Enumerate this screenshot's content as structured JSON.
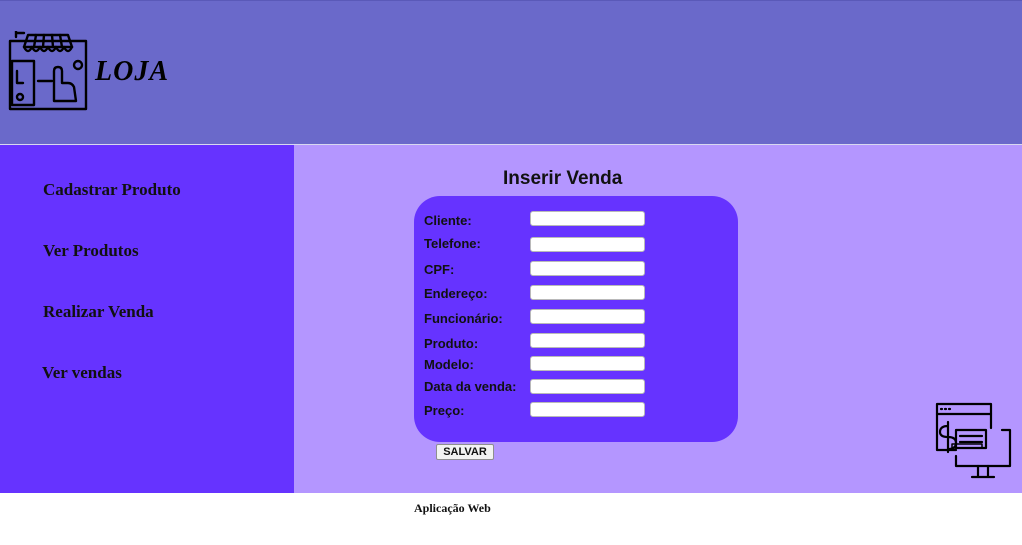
{
  "header": {
    "logo_icon": "store-touch-icon",
    "brand": "LOJA",
    "color": "#6a69ca"
  },
  "sidebar": {
    "color": "#6633ff",
    "items": [
      {
        "label": "Cadastrar Produto"
      },
      {
        "label": "Ver Produtos"
      },
      {
        "label": "Realizar Venda"
      },
      {
        "label": "Ver vendas"
      }
    ]
  },
  "form": {
    "title": "Inserir Venda",
    "fields": [
      {
        "label": "Cliente:",
        "value": "",
        "placeholder": ""
      },
      {
        "label": "Telefone:",
        "value": "",
        "placeholder": ""
      },
      {
        "label": "CPF:",
        "value": "",
        "placeholder": ""
      },
      {
        "label": "Endereço:",
        "value": "",
        "placeholder": ""
      },
      {
        "label": "Funcionário:",
        "value": "",
        "placeholder": ""
      },
      {
        "label": "Produto:",
        "value": "",
        "placeholder": ""
      },
      {
        "label": "Modelo:",
        "value": "",
        "placeholder": ""
      },
      {
        "label": "Data da venda:",
        "value": "",
        "placeholder": ""
      },
      {
        "label": "Preço:",
        "value": "",
        "placeholder": ""
      }
    ],
    "save_label": "SALVAR"
  },
  "main": {
    "color": "#b496ff",
    "illustration_icon": "online-payment-computer-icon"
  },
  "footer": {
    "text": "Aplicação Web"
  }
}
